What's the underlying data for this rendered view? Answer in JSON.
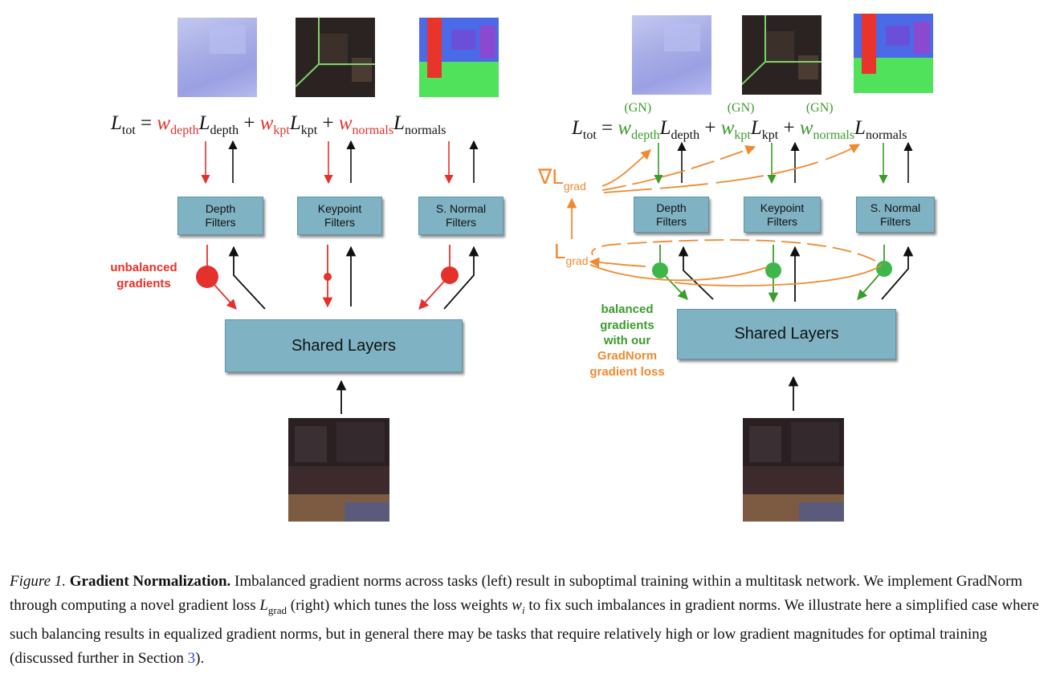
{
  "left_panel": {
    "equation": {
      "lhs": "L",
      "lhs_sub": "tot",
      "eq": "=",
      "terms": [
        {
          "w": "w",
          "w_sub": "depth",
          "L": "L",
          "L_sub": "depth"
        },
        {
          "w": "w",
          "w_sub": "kpt",
          "L": "L",
          "L_sub": "kpt"
        },
        {
          "w": "w",
          "w_sub": "normals",
          "L": "L",
          "L_sub": "normals"
        }
      ],
      "plus": "+"
    },
    "filters": [
      {
        "line1": "Depth",
        "line2": "Filters"
      },
      {
        "line1": "Keypoint",
        "line2": "Filters"
      },
      {
        "line1": "S. Normal",
        "line2": "Filters"
      }
    ],
    "shared_layers": "Shared Layers",
    "annotation": "unbalanced\ngradients"
  },
  "right_panel": {
    "equation": {
      "lhs": "L",
      "lhs_sub": "tot",
      "eq": "=",
      "gn_sup": "(GN)",
      "terms": [
        {
          "w": "w",
          "w_sub": "depth",
          "L": "L",
          "L_sub": "depth"
        },
        {
          "w": "w",
          "w_sub": "kpt",
          "L": "L",
          "L_sub": "kpt"
        },
        {
          "w": "w",
          "w_sub": "normals",
          "L": "L",
          "L_sub": "normals"
        }
      ],
      "plus": "+"
    },
    "filters": [
      {
        "line1": "Depth",
        "line2": "Filters"
      },
      {
        "line1": "Keypoint",
        "line2": "Filters"
      },
      {
        "line1": "S. Normal",
        "line2": "Filters"
      }
    ],
    "shared_layers": "Shared Layers",
    "grad_nabla": "∇L",
    "grad_sub": "grad",
    "l_grad": "L",
    "l_grad_sub": "grad",
    "annotation_green": "balanced\ngradients\nwith our",
    "annotation_orange": "GradNorm\ngradient loss"
  },
  "caption": {
    "figure_label": "Figure 1.",
    "title": "Gradient Normalization.",
    "text1": "Imbalanced gradient norms across tasks (left) result in suboptimal training within a multitask network. We implement GradNorm through computing a novel gradient loss",
    "lgrad": "L",
    "lgrad_sub": "grad",
    "text2": "(right) which tunes the loss weights",
    "wi": "w",
    "wi_sub": "i",
    "text3": "to fix such imbalances in gradient norms. We illustrate here a simplified case where such balancing results in equalized gradient norms, but in general there may be tasks that require relatively high or low gradient magnitudes for optimal training (discussed further in Section",
    "section_ref": "3",
    "text4": ")."
  },
  "colors": {
    "red": "#e4312b",
    "green": "#3a9c2c",
    "orange": "#f0892f",
    "box_fill": "#7fb3c3",
    "link_blue": "#2b4fc4"
  }
}
